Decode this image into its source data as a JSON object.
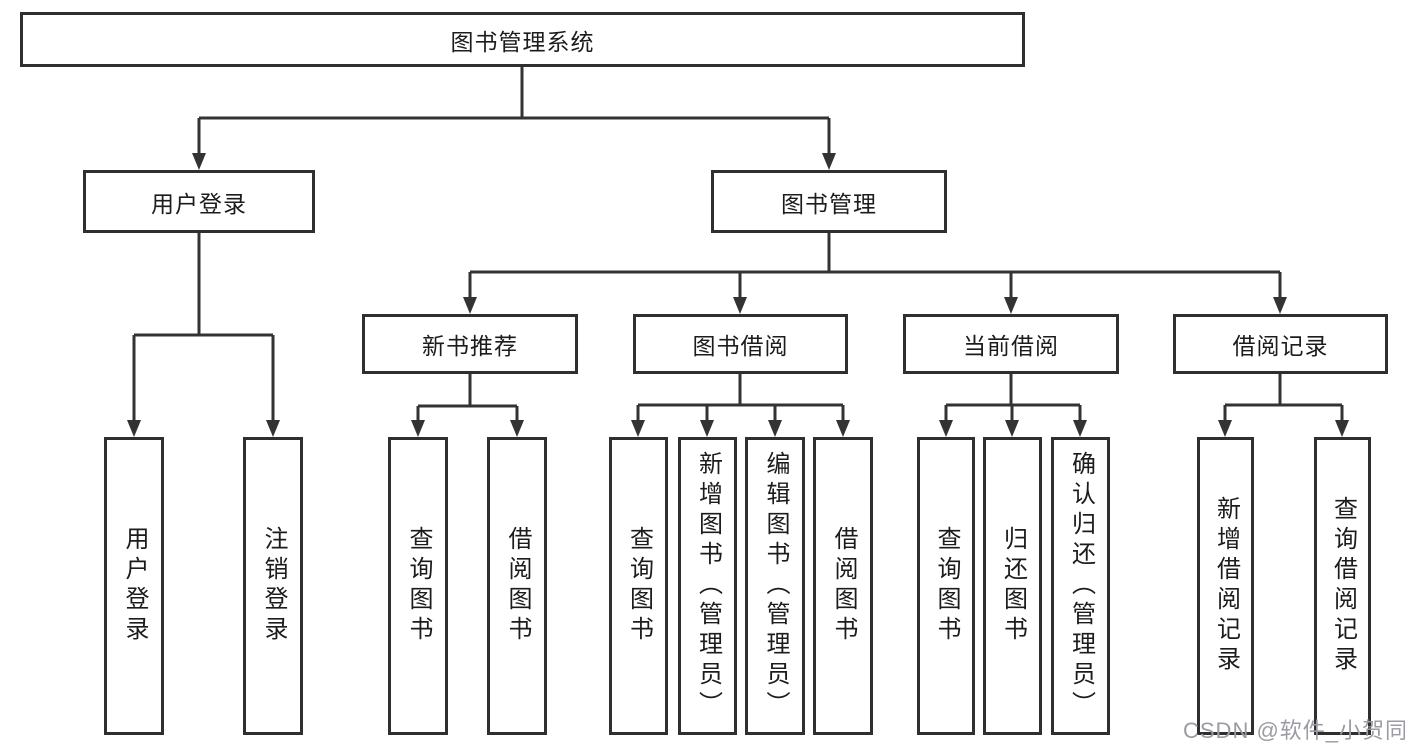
{
  "diagram": {
    "root": {
      "label": "图书管理系统"
    },
    "level2": [
      {
        "label": "用户登录"
      },
      {
        "label": "图书管理"
      }
    ],
    "level3": [
      {
        "label": "新书推荐"
      },
      {
        "label": "图书借阅"
      },
      {
        "label": "当前借阅"
      },
      {
        "label": "借阅记录"
      }
    ],
    "leaves": [
      {
        "label": "用户登录"
      },
      {
        "label": "注销登录"
      },
      {
        "label": "查询图书"
      },
      {
        "label": "借阅图书"
      },
      {
        "label": "查询图书"
      },
      {
        "label": "新增图书（管理员）"
      },
      {
        "label": "编辑图书（管理员）"
      },
      {
        "label": "借阅图书"
      },
      {
        "label": "查询图书"
      },
      {
        "label": "归还图书"
      },
      {
        "label": "确认归还（管理员）"
      },
      {
        "label": "新增借阅记录"
      },
      {
        "label": "查询借阅记录"
      }
    ]
  },
  "watermark": {
    "text": "CSDN @软件_小贺同学"
  },
  "colors": {
    "line": "#333333",
    "border": "#2f2f2f",
    "text": "#1c1c1c",
    "watermark": "#9b9ba3"
  }
}
